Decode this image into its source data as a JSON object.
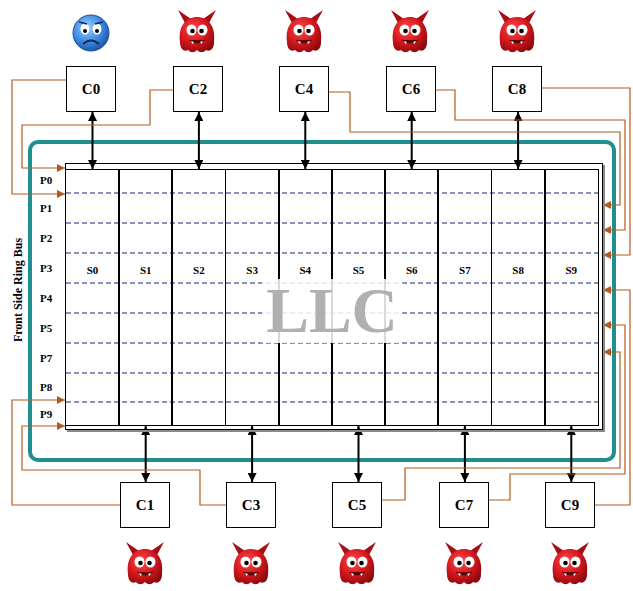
{
  "diagram": {
    "nodes": [
      {
        "text": [
          "C0"
        ]
      },
      {
        "text": [
          "C2"
        ]
      },
      {
        "text": [
          "C4"
        ]
      },
      {
        "text": [
          "C6"
        ]
      },
      {
        "text": [
          "C8"
        ]
      },
      {
        "text": [
          "LLC"
        ]
      },
      {
        "text": [
          "S0"
        ],
        "in": 5
      },
      {
        "text": [
          "S1"
        ],
        "in": 5
      },
      {
        "text": [
          "S2"
        ],
        "in": 5
      },
      {
        "text": [
          "S3"
        ],
        "in": 5
      },
      {
        "text": [
          "S4"
        ],
        "in": 5
      },
      {
        "text": [
          "S5"
        ],
        "in": 5
      },
      {
        "text": [
          "S6"
        ],
        "in": 5
      },
      {
        "text": [
          "S7"
        ],
        "in": 5
      },
      {
        "text": [
          "S8"
        ],
        "in": 5
      },
      {
        "text": [
          "S9"
        ],
        "in": 5
      },
      {
        "text": [
          "C1"
        ]
      },
      {
        "text": [
          "C3"
        ]
      },
      {
        "text": [
          "C5"
        ]
      },
      {
        "text": [
          "C7"
        ]
      },
      {
        "text": [
          "C9"
        ]
      }
    ],
    "edges": [
      {
        "from": 0,
        "to": 6,
        "arrow": "both"
      },
      {
        "from": 1,
        "to": 8,
        "arrow": "both"
      },
      {
        "from": 2,
        "to": 10,
        "arrow": "both"
      },
      {
        "from": 3,
        "to": 12,
        "arrow": "both"
      },
      {
        "from": 4,
        "to": 14,
        "arrow": "both"
      },
      {
        "from": 16,
        "to": 7,
        "arrow": "both"
      },
      {
        "from": 17,
        "to": 9,
        "arrow": "both"
      },
      {
        "from": 18,
        "to": 11,
        "arrow": "both"
      },
      {
        "from": 19,
        "to": 13,
        "arrow": "both"
      },
      {
        "from": 20,
        "to": 15,
        "arrow": "both"
      },
      {
        "from": 0,
        "to": 5,
        "arrow": "to"
      },
      {
        "from": 1,
        "to": 5,
        "arrow": "to"
      },
      {
        "from": 2,
        "to": 5,
        "arrow": "to"
      },
      {
        "from": 3,
        "to": 5,
        "arrow": "to"
      },
      {
        "from": 4,
        "to": 5,
        "arrow": "to"
      },
      {
        "from": 16,
        "to": 5,
        "arrow": "to"
      },
      {
        "from": 17,
        "to": 5,
        "arrow": "to"
      },
      {
        "from": 18,
        "to": 5,
        "arrow": "to"
      },
      {
        "from": 19,
        "to": 5,
        "arrow": "to"
      },
      {
        "from": 20,
        "to": 5,
        "arrow": "to"
      }
    ],
    "labels": [
      "P0",
      "P1",
      "P2",
      "P3",
      "P4",
      "P5",
      "P7",
      "P8",
      "P9",
      "Front Side Ring Bus"
    ]
  }
}
